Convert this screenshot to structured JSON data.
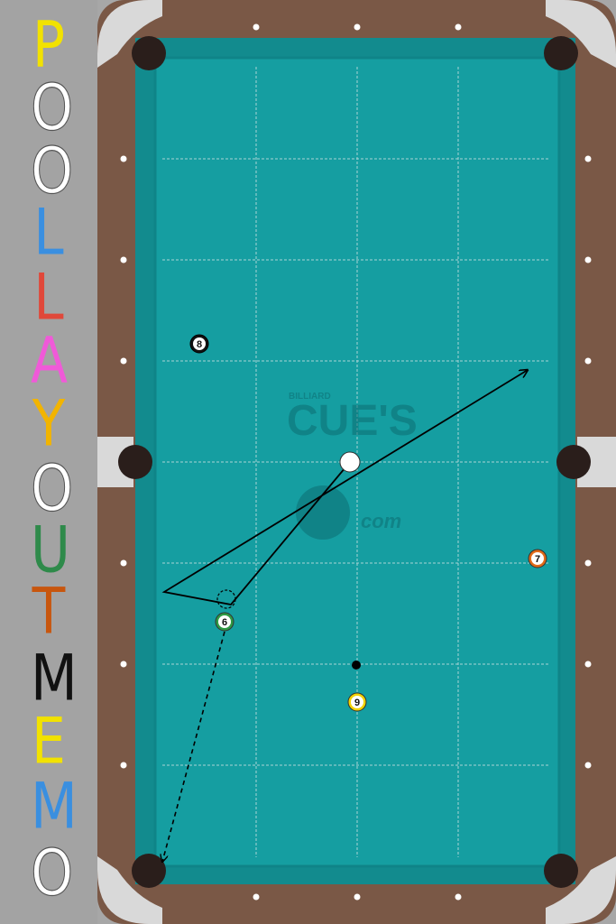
{
  "app": {
    "title_letters": [
      {
        "char": "P",
        "color": "#f2e200"
      },
      {
        "char": "O",
        "color": "#ffffff"
      },
      {
        "char": "O",
        "color": "#ffffff"
      },
      {
        "char": "L",
        "color": "#3a8fe0"
      },
      {
        "char": "L",
        "color": "#e0483a"
      },
      {
        "char": "A",
        "color": "#f05ad8"
      },
      {
        "char": "Y",
        "color": "#f2b400"
      },
      {
        "char": "O",
        "color": "#ffffff"
      },
      {
        "char": "U",
        "color": "#2e8a4a"
      },
      {
        "char": "T",
        "color": "#c8560e"
      },
      {
        "char": "M",
        "color": "#111111"
      },
      {
        "char": "E",
        "color": "#f2e200"
      },
      {
        "char": "M",
        "color": "#3a8fe0"
      },
      {
        "char": "O",
        "color": "#ffffff"
      }
    ]
  },
  "watermark": {
    "small": "BILLIARD",
    "big": "CUE'S",
    "sub": "com"
  },
  "colors": {
    "felt": "#159ea1",
    "rail": "#7a5846",
    "corner": "#d9d9d9",
    "pocket": "#2a1e1b",
    "line": "#000000"
  },
  "balls": [
    {
      "id": "cue",
      "label": "",
      "type": "cue"
    },
    {
      "id": "6",
      "label": "6",
      "type": "stripe",
      "stripe": "#2e9a44"
    },
    {
      "id": "7",
      "label": "7",
      "type": "stripe",
      "stripe": "#e06a18"
    },
    {
      "id": "8",
      "label": "8",
      "type": "solid",
      "fill": "#111111"
    },
    {
      "id": "9",
      "label": "9",
      "type": "stripe",
      "stripe": "#f2d200"
    }
  ]
}
